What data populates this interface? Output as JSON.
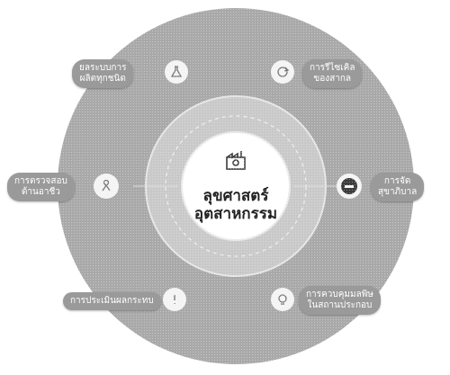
{
  "center": {
    "title_line1": "ลุขศาสตร์",
    "title_line2": "อุตสาหกรรม",
    "icon": "factory-icon"
  },
  "nodes": [
    {
      "id": "top-left",
      "line1": "ยลระบบการ",
      "line2": "ผลิตทุกชนิด",
      "icon": "flask-icon"
    },
    {
      "id": "top-right",
      "line1": "การรีไซเคิล",
      "line2": "ของสากล",
      "icon": "recycle-icon"
    },
    {
      "id": "right",
      "line1": "การจัด",
      "line2": "สุขาภิบาล",
      "icon": "toilet-icon"
    },
    {
      "id": "bottom-right",
      "line1": "การควบคุมมลพิษ",
      "line2": "ในสถานประกอบ",
      "icon": "lightbulb-icon"
    },
    {
      "id": "bottom-left",
      "line1": "การประเมินผลกระทบ",
      "line2": "",
      "icon": "alert-icon"
    },
    {
      "id": "left",
      "line1": "การตรวจสอบ",
      "line2": "ด้านอาชีว",
      "icon": "person-icon"
    }
  ],
  "colors": {
    "outer_ring": "#a9a9a9",
    "mid_ring": "#c9c9c9",
    "center": "#ffffff",
    "node": "#f4f4f4",
    "label_bg": "#9a9a9a",
    "right_node_accent": "#3c3c3c"
  }
}
